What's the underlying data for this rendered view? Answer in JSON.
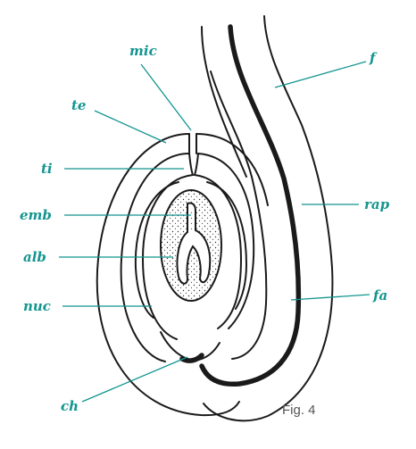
{
  "figure": {
    "caption": "Fig. 4",
    "labels": {
      "mic": "mic",
      "te": "te",
      "ti": "ti",
      "emb": "emb",
      "alb": "alb",
      "nuc": "nuc",
      "ch": "ch",
      "f": "f",
      "rap": "rap",
      "fa": "fa"
    },
    "colors": {
      "label": "#13958f",
      "line": "#1a1a1a",
      "caption": "#555555"
    }
  }
}
